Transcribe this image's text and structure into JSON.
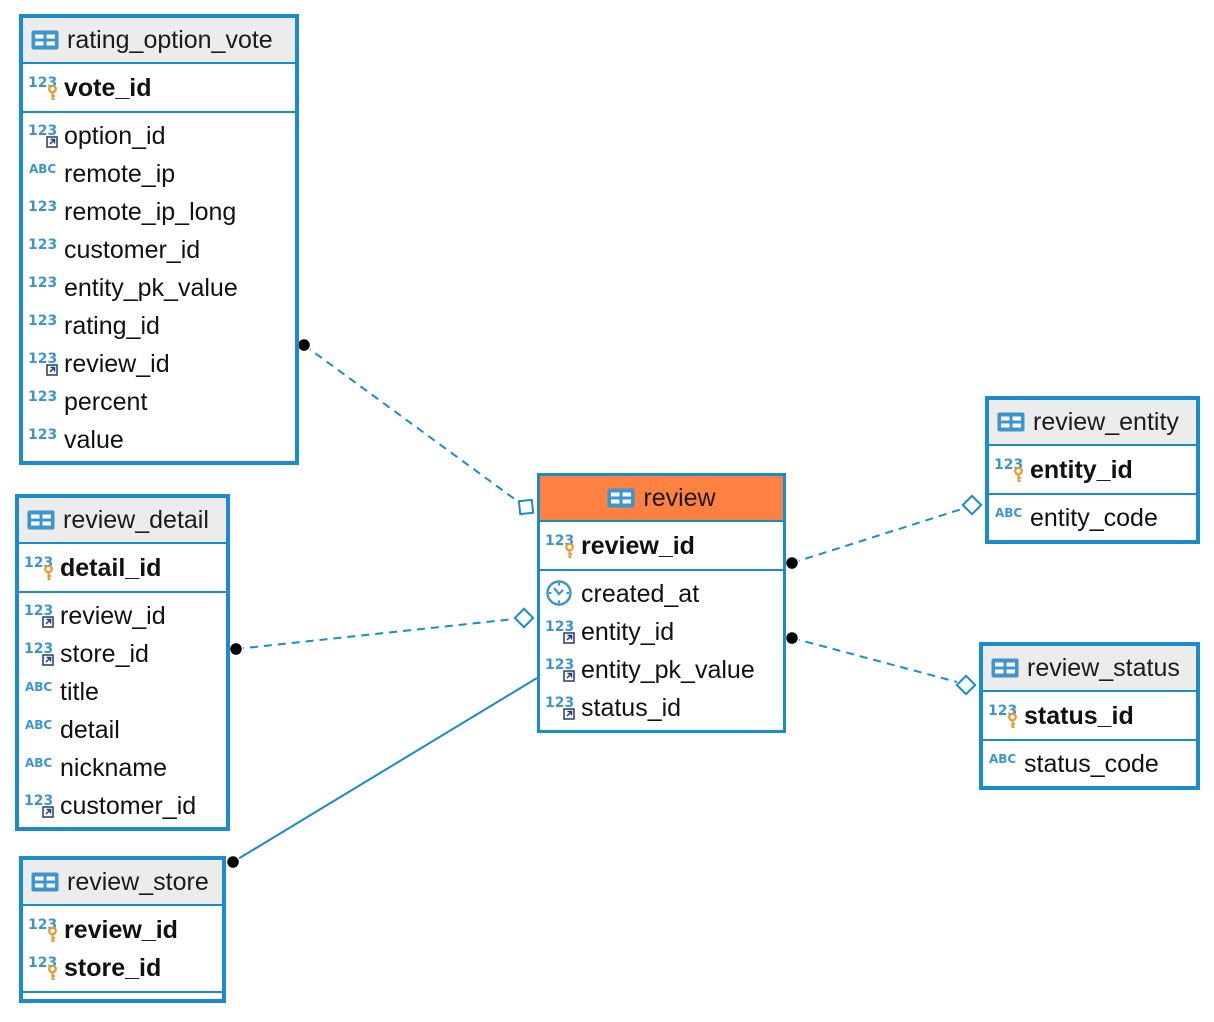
{
  "colors": {
    "border": "#1a8ccc",
    "header_bg": "#ececec",
    "main_header_bg": "#fe8142",
    "number_icon": "#3d95d0",
    "key_icon": "#e79a2b",
    "link_icon": "#1f3c72"
  },
  "entities": {
    "rating_option_vote": {
      "title": "rating_option_vote",
      "pk": [
        {
          "name": "vote_id",
          "icon": "number-pk-icon"
        }
      ],
      "columns": [
        {
          "name": "option_id",
          "icon": "number-fk-icon"
        },
        {
          "name": "remote_ip",
          "icon": "text-icon"
        },
        {
          "name": "remote_ip_long",
          "icon": "number-icon"
        },
        {
          "name": "customer_id",
          "icon": "number-icon"
        },
        {
          "name": "entity_pk_value",
          "icon": "number-icon"
        },
        {
          "name": "rating_id",
          "icon": "number-icon"
        },
        {
          "name": "review_id",
          "icon": "number-fk-icon"
        },
        {
          "name": "percent",
          "icon": "number-icon"
        },
        {
          "name": "value",
          "icon": "number-icon"
        }
      ]
    },
    "review_detail": {
      "title": "review_detail",
      "pk": [
        {
          "name": "detail_id",
          "icon": "number-pk-icon"
        }
      ],
      "columns": [
        {
          "name": "review_id",
          "icon": "number-fk-icon"
        },
        {
          "name": "store_id",
          "icon": "number-fk-icon"
        },
        {
          "name": "title",
          "icon": "text-icon"
        },
        {
          "name": "detail",
          "icon": "text-icon"
        },
        {
          "name": "nickname",
          "icon": "text-icon"
        },
        {
          "name": "customer_id",
          "icon": "number-fk-icon"
        }
      ]
    },
    "review_store": {
      "title": "review_store",
      "pk": [
        {
          "name": "review_id",
          "icon": "number-pk-icon"
        },
        {
          "name": "store_id",
          "icon": "number-pk-icon"
        }
      ],
      "columns": []
    },
    "review": {
      "title": "review",
      "pk": [
        {
          "name": "review_id",
          "icon": "number-pk-icon"
        }
      ],
      "columns": [
        {
          "name": "created_at",
          "icon": "clock-icon"
        },
        {
          "name": "entity_id",
          "icon": "number-fk-icon"
        },
        {
          "name": "entity_pk_value",
          "icon": "number-fk-icon"
        },
        {
          "name": "status_id",
          "icon": "number-fk-icon"
        }
      ]
    },
    "review_entity": {
      "title": "review_entity",
      "pk": [
        {
          "name": "entity_id",
          "icon": "number-pk-icon"
        }
      ],
      "columns": [
        {
          "name": "entity_code",
          "icon": "text-icon"
        }
      ]
    },
    "review_status": {
      "title": "review_status",
      "pk": [
        {
          "name": "status_id",
          "icon": "number-pk-icon"
        }
      ],
      "columns": [
        {
          "name": "status_code",
          "icon": "text-icon"
        }
      ]
    }
  },
  "relationships": [
    {
      "from": "rating_option_vote",
      "to": "review",
      "style": "dashed",
      "from_end": "dot",
      "to_end": "diamond"
    },
    {
      "from": "review_detail",
      "to": "review",
      "style": "dashed",
      "from_end": "dot",
      "to_end": "diamond"
    },
    {
      "from": "review_store",
      "to": "review",
      "style": "solid",
      "from_end": "dot",
      "to_end": "none"
    },
    {
      "from": "review",
      "to": "review_entity",
      "style": "dashed",
      "from_end": "dot",
      "to_end": "diamond"
    },
    {
      "from": "review",
      "to": "review_status",
      "style": "dashed",
      "from_end": "dot",
      "to_end": "diamond"
    }
  ]
}
